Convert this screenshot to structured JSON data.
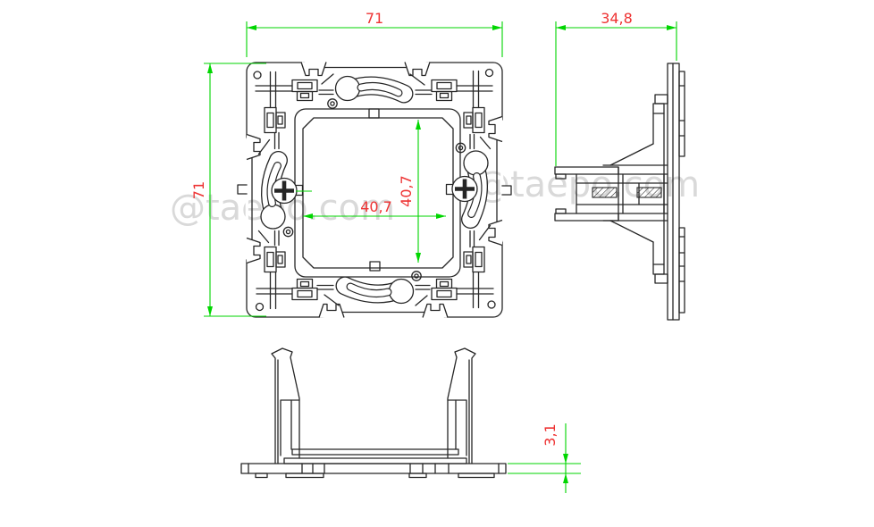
{
  "drawing": {
    "type": "technical-cad-drawing",
    "part": "wall plate mounting frame bracket, three orthographic views"
  },
  "colors": {
    "line": "#262626",
    "dim_line": "#00d600",
    "dim_text": "#ee3333",
    "watermark": "#d9d9d9",
    "bg": "#ffffff"
  },
  "watermarks": {
    "left": "@taepo.com",
    "right": "@taepo.com"
  },
  "dims": {
    "front_width": "71",
    "front_height": "71",
    "side_depth": "34,8",
    "opening_width": "40,7",
    "opening_height": "40,7",
    "base_thickness": "3,1"
  }
}
